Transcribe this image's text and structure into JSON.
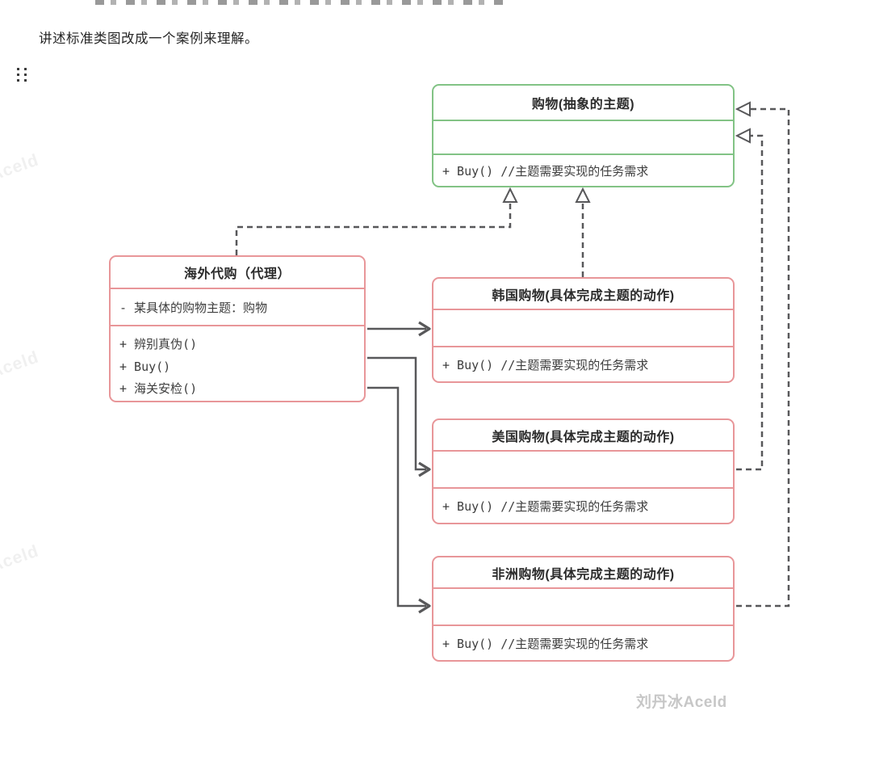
{
  "page": {
    "paragraph": "讲述标准类图改成一个案例来理解。"
  },
  "icons": {
    "drag_handle": "six-dot-drag-handle"
  },
  "diagram": {
    "abstract_class": {
      "title": "购物(抽象的主题)",
      "attribute": "",
      "method": "+ Buy() //主题需要实现的任务需求"
    },
    "proxy_class": {
      "title": "海外代购（代理）",
      "attribute": "- 某具体的购物主题：购物",
      "methods": [
        "+ 辨别真伪()",
        "+ Buy()",
        "+ 海关安检()"
      ]
    },
    "concrete_classes": [
      {
        "title": "韩国购物(具体完成主题的动作)",
        "attribute": "",
        "method": "+ Buy() //主题需要实现的任务需求"
      },
      {
        "title": "美国购物(具体完成主题的动作)",
        "attribute": "",
        "method": "+ Buy() //主题需要实现的任务需求"
      },
      {
        "title": "非洲购物(具体完成主题的动作)",
        "attribute": "",
        "method": "+ Buy() //主题需要实现的任务需求"
      }
    ],
    "colors": {
      "abstract_border": "#82c385",
      "concrete_border": "#e89699",
      "connector_line": "#58585a"
    }
  },
  "watermarks": {
    "side": "Aceld",
    "footer": "刘丹冰Aceld"
  }
}
